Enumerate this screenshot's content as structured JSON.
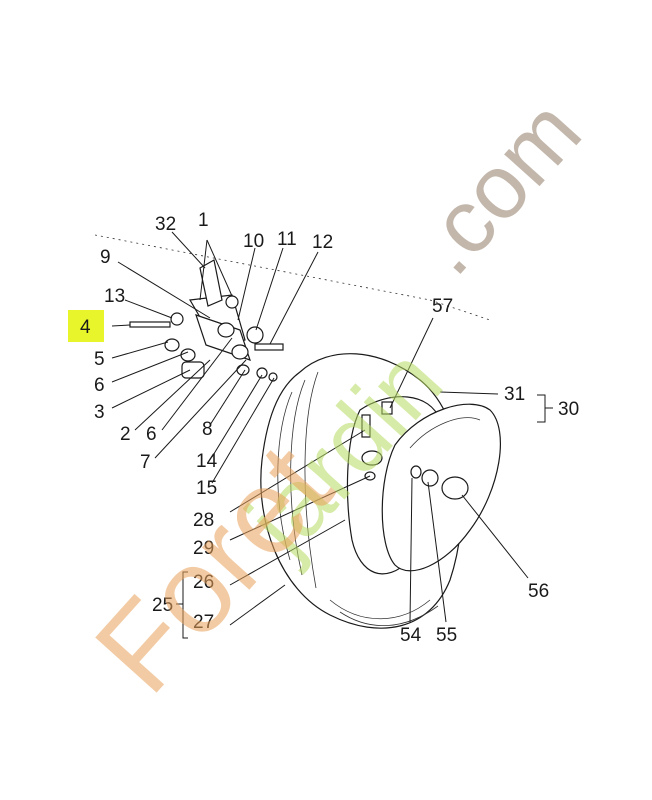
{
  "watermark": {
    "brand_text_fore": "Foret",
    "brand_text_jardin": "jardin",
    "brand_text_domain": ".com",
    "colors": {
      "fore": "#e9a25a",
      "jardin": "#b7dc62",
      "domain": "#b9ab9e"
    }
  },
  "highlight": {
    "label": "4",
    "color": "#e8f52a"
  },
  "labels": {
    "p1": "1",
    "p2": "2",
    "p3": "3",
    "p4": "4",
    "p5": "5",
    "p6a": "6",
    "p6b": "6",
    "p7": "7",
    "p8": "8",
    "p9": "9",
    "p10": "10",
    "p11": "11",
    "p12": "12",
    "p13": "13",
    "p14": "14",
    "p15": "15",
    "p25": "25",
    "p26": "26",
    "p27": "27",
    "p28": "28",
    "p29": "29",
    "p30": "30",
    "p31": "31",
    "p32": "32",
    "p54": "54",
    "p55": "55",
    "p56": "56",
    "p57": "57"
  }
}
